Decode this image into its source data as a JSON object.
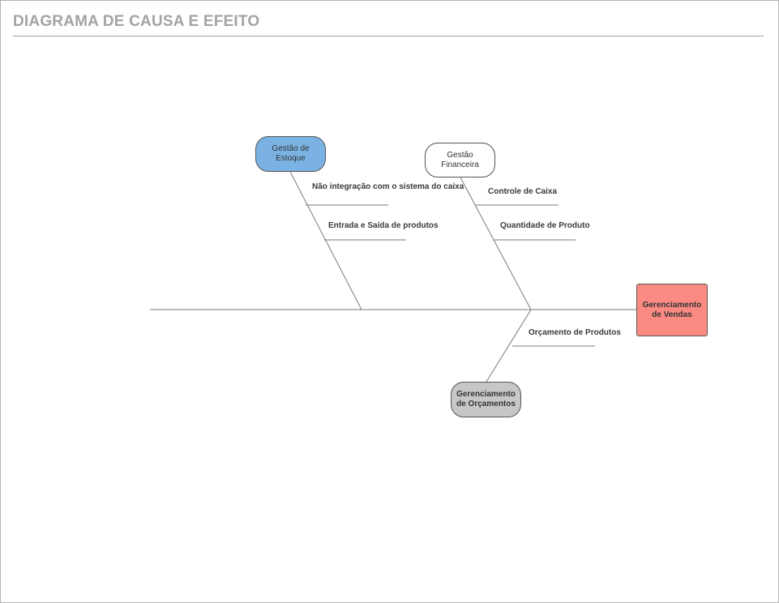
{
  "page": {
    "title": "DIAGRAMA DE CAUSA E EFEITO"
  },
  "diagram": {
    "type": "fishbone",
    "effect": {
      "label": "Gerenciamento de Vendas",
      "color": "#fb8b82"
    },
    "categories": [
      {
        "label": "Gestão de Estoque",
        "color": "#7ab3e3",
        "causes": [
          "Não integração com o sistema do caixa",
          "Entrada e Saída de produtos"
        ]
      },
      {
        "label": "Gestão Financeira",
        "color": "#ffffff",
        "causes": [
          "Controle de Caixa",
          "Quantidade de Produto"
        ]
      },
      {
        "label": "Gerenciamento de Orçamentos",
        "color": "#c7c7c7",
        "causes": [
          "Orçamento de Produtos"
        ]
      }
    ]
  }
}
